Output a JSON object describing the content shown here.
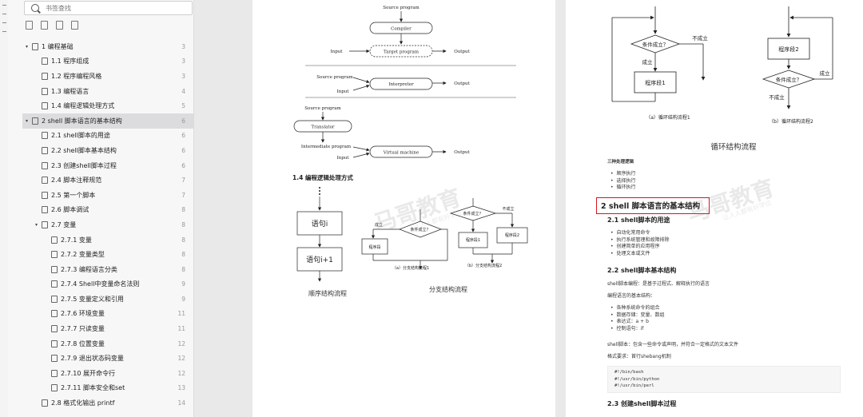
{
  "search": {
    "placeholder": "书签查找"
  },
  "toc": [
    {
      "label": "1 编程基础",
      "page": "3",
      "level": 0,
      "expanded": true
    },
    {
      "label": "1.1 程序组成",
      "page": "3",
      "level": 1
    },
    {
      "label": "1.2 程序编程风格",
      "page": "3",
      "level": 1
    },
    {
      "label": "1.3 编程语言",
      "page": "4",
      "level": 1
    },
    {
      "label": "1.4 编程逻辑处理方式",
      "page": "5",
      "level": 1
    },
    {
      "label": "2 shell 脚本语言的基本结构",
      "page": "6",
      "level": 0,
      "expanded": true,
      "selected": true
    },
    {
      "label": "2.1 shell脚本的用途",
      "page": "6",
      "level": 1
    },
    {
      "label": "2.2 shell脚本基本结构",
      "page": "6",
      "level": 1
    },
    {
      "label": "2.3 创建shell脚本过程",
      "page": "6",
      "level": 1
    },
    {
      "label": "2.4 脚本注释规范",
      "page": "7",
      "level": 1
    },
    {
      "label": "2.5 第一个脚本",
      "page": "7",
      "level": 1
    },
    {
      "label": "2.6 脚本调试",
      "page": "8",
      "level": 1
    },
    {
      "label": "2.7 变量",
      "page": "8",
      "level": 1,
      "expanded": true
    },
    {
      "label": "2.7.1 变量",
      "page": "8",
      "level": 2
    },
    {
      "label": "2.7.2 变量类型",
      "page": "8",
      "level": 2
    },
    {
      "label": "2.7.3 编程语言分类",
      "page": "8",
      "level": 2
    },
    {
      "label": "2.7.4 Shell中变量命名法则",
      "page": "9",
      "level": 2
    },
    {
      "label": "2.7.5 变量定义和引用",
      "page": "9",
      "level": 2
    },
    {
      "label": "2.7.6 环境变量",
      "page": "11",
      "level": 2
    },
    {
      "label": "2.7.7 只读变量",
      "page": "11",
      "level": 2
    },
    {
      "label": "2.7.8 位置变量",
      "page": "12",
      "level": 2
    },
    {
      "label": "2.7.9 退出状态码变量",
      "page": "12",
      "level": 2
    },
    {
      "label": "2.7.10 展开命令行",
      "page": "12",
      "level": 2
    },
    {
      "label": "2.7.11 脚本安全和set",
      "page": "13",
      "level": 2
    },
    {
      "label": "2.8 格式化输出 printf",
      "page": "14",
      "level": 1
    }
  ],
  "page1": {
    "compiler": {
      "source": "Source program",
      "compiler": "Compiler",
      "input": "Input",
      "target": "Target program",
      "output": "Output"
    },
    "interpreter": {
      "source": "Source program",
      "interpreter": "Interpreter",
      "input": "Input",
      "output": "Output"
    },
    "vm": {
      "source": "Source program",
      "translator": "Translator",
      "intermediate": "Intermediate program",
      "input": "Input",
      "vm": "Virtual machine",
      "output": "Output"
    },
    "heading": "1.4 编程逻辑处理方式",
    "seq": {
      "stmt_i": "语句i",
      "stmt_i1": "语句i+1",
      "caption": "顺序结构流程"
    },
    "branch": {
      "cond": "条件成立？",
      "yes": "成立",
      "no": "不成立",
      "seg": "程序段",
      "seg1": "程序段1",
      "seg2": "程序段2",
      "cap_a": "（a）分支结构流程1",
      "cap_b": "（b）分支结构流程2",
      "caption": "分支结构流程"
    }
  },
  "page2": {
    "loop": {
      "cond": "条件成立？",
      "no": "不成立",
      "yes": "成立",
      "seg1": "程序段1",
      "seg2": "程序段2",
      "cap_a": "（a）循环结构流程1",
      "cap_b": "（b）循环结构流程2",
      "caption": "循环结构流程"
    },
    "logic_title": "三种处理逻辑",
    "logic_items": [
      "顺序执行",
      "选择执行",
      "循环执行"
    ],
    "h2": "2 shell 脚本语言的基本结构",
    "h21": "2.1 shell脚本的用途",
    "uses": [
      "自动化常用命令",
      "执行系统管理和故障排除",
      "创建简单的应用程序",
      "处理文本或文件"
    ],
    "h22": "2.2 shell脚本基本结构",
    "p1": "shell脚本编程：是基于过程式、解释执行的语言",
    "p2": "编程语言的基本结构：",
    "struct": [
      "各种系统命令的组合",
      "数据存储：变量、数组",
      "表达式：a + b",
      "控制语句：if"
    ],
    "p3": "shell脚本：包含一些命令或声明，并符合一定格式的文本文件",
    "p4": "格式要求：首行shebang机制",
    "code": [
      "#!/bin/bash",
      "#!/usr/bin/python",
      "#!/usr/bin/perl"
    ],
    "h23": "2.3 创建shell脚本过程"
  },
  "watermark": {
    "brand": "马哥教育",
    "slogan": "让人人都有好学位"
  },
  "colors": {
    "highlight": "#d4171f",
    "selected_row": "#dcdcdf"
  }
}
